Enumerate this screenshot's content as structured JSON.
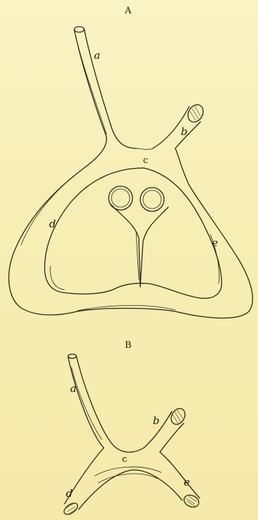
{
  "figure_a": {
    "caption": "A",
    "labels": {
      "a": "a",
      "b": "b",
      "c": "c",
      "d": "d",
      "e": "e"
    }
  },
  "figure_b": {
    "caption": "B",
    "labels": {
      "a": "a",
      "b": "b",
      "c": "c",
      "d": "d",
      "e": "e"
    }
  },
  "colors": {
    "paper": "#f8f0b8",
    "ink": "#2a2418"
  }
}
